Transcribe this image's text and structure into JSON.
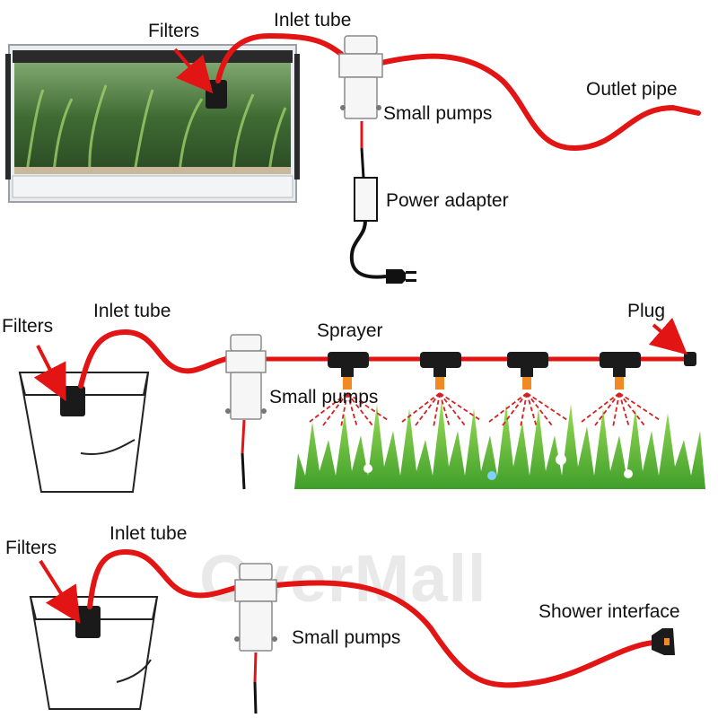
{
  "panels": [
    {
      "labels": {
        "filters": "Filters",
        "inlet_tube": "Inlet tube",
        "small_pumps": "Small pumps",
        "outlet_pipe": "Outlet pipe",
        "power_adapter": "Power adapter"
      }
    },
    {
      "labels": {
        "filters": "Filters",
        "inlet_tube": "Inlet tube",
        "sprayer": "Sprayer",
        "plug": "Plug",
        "small_pumps": "Small pumps"
      }
    },
    {
      "labels": {
        "filters": "Filters",
        "inlet_tube": "Inlet tube",
        "small_pumps": "Small pumps",
        "shower_interface": "Shower interface"
      }
    }
  ],
  "watermark": "OverMall",
  "colors": {
    "tube": "#e31414",
    "arrow": "#e31414",
    "grass": "#6cc24a",
    "water": "#3f6b33"
  }
}
